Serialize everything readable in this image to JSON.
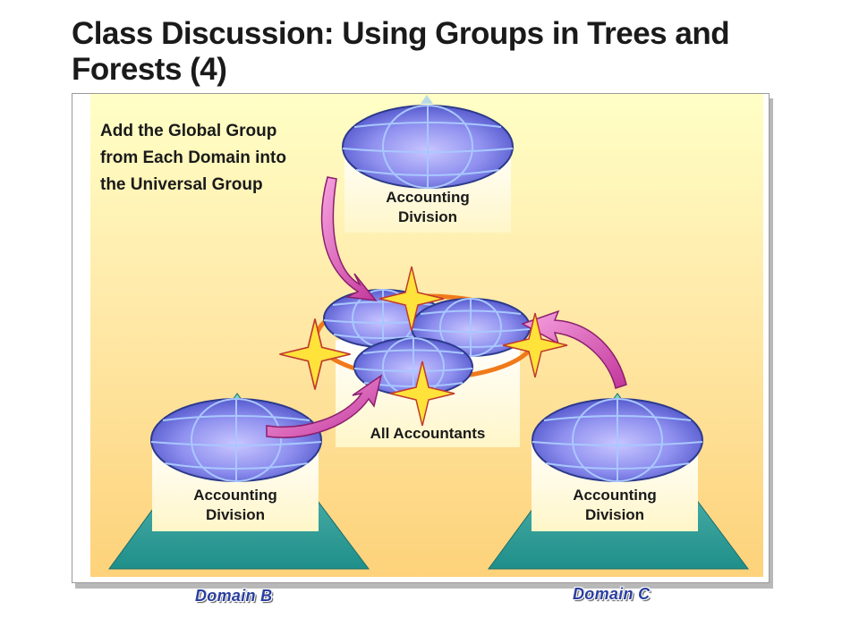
{
  "title": "Class Discussion: Using Groups in Trees and Forests (4)",
  "instruction": "Add the Global Group\nfrom Each Domain into\nthe Universal Group",
  "groups": {
    "top": "Accounting\nDivision",
    "left": "Accounting\nDivision",
    "right": "Accounting\nDivision",
    "universal": "All Accountants"
  },
  "domains": {
    "b": "Domain B",
    "c": "Domain C"
  },
  "colors": {
    "globe": "#7b82e6",
    "globe_edge": "#2c3a8c",
    "triangle": "#2f9b96",
    "arrow": "#e25fc0",
    "ring": "#f07a1a",
    "star": "#ffe23a"
  },
  "icons": [
    "globe-icon",
    "star-icon",
    "curved-arrow-icon"
  ]
}
